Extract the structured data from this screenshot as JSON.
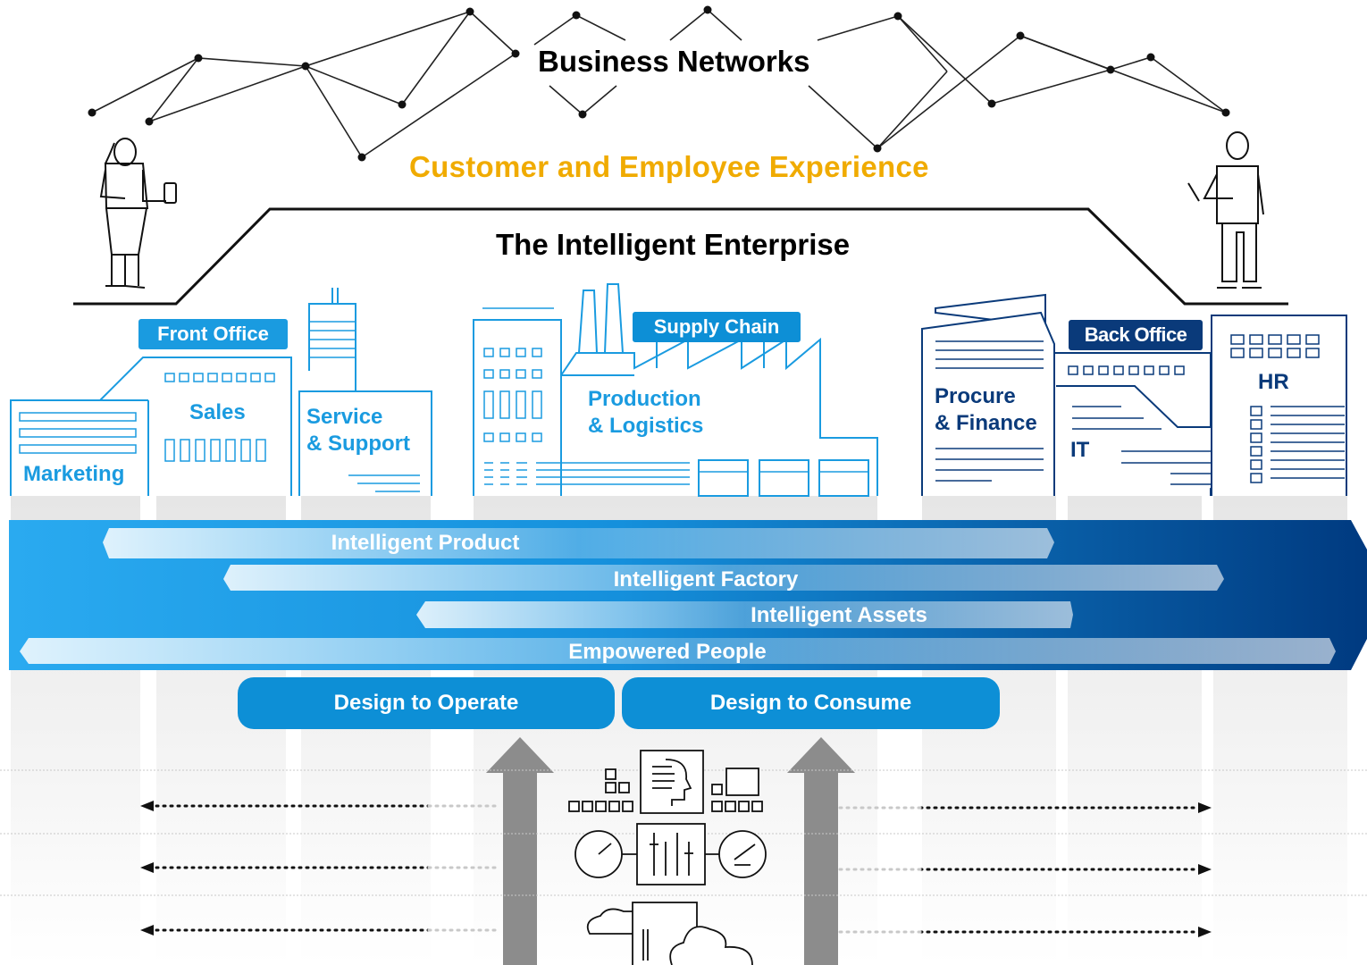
{
  "header": {
    "networks": "Business Networks",
    "experience": "Customer and Employee Experience",
    "enterprise": "The Intelligent Enterprise"
  },
  "tags": {
    "front_office": "Front Office",
    "supply_chain": "Supply Chain",
    "back_office": "Back Office"
  },
  "departments": {
    "sales": "Sales",
    "service_1": "Service",
    "service_2": "& Support",
    "marketing": "Marketing",
    "production_1": "Production",
    "production_2": "& Logistics",
    "procure_1": "Procure",
    "procure_2": "& Finance",
    "it": "IT",
    "hr": "HR"
  },
  "bands": {
    "product": "Intelligent Product",
    "factory": "Intelligent Factory",
    "assets": "Intelligent Assets",
    "people": "Empowered People"
  },
  "processes": {
    "operate": "Design to Operate",
    "consume": "Design to Consume"
  },
  "colors": {
    "accent_orange": "#f0ab00",
    "light_blue": "#1a9be0",
    "navy": "#0a3a7a",
    "band_start": "#2aaaf0",
    "band_end": "#003a80"
  }
}
